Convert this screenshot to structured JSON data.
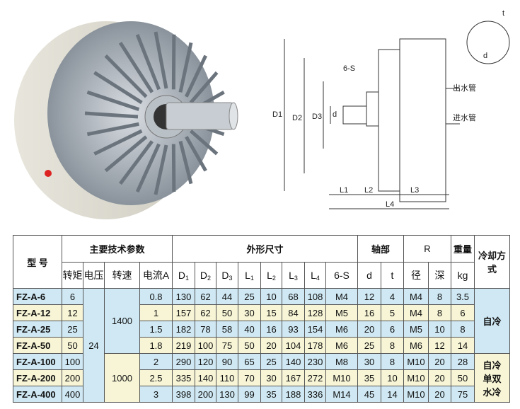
{
  "diagram": {
    "labels": {
      "D1": "D1",
      "D2": "D2",
      "D3": "D3",
      "d": "d",
      "L1": "L1",
      "L2": "L2",
      "L3": "L3",
      "L4": "L4",
      "six_s": "6-S",
      "t": "t",
      "d_key": "d",
      "outlet": "出水管",
      "inlet": "进水管"
    }
  },
  "table": {
    "header": {
      "model": "型 号",
      "main_params": "主要技术参数",
      "dimensions": "外形尺寸",
      "shaft": "轴部",
      "r": "R",
      "weight": "重量",
      "cooling": "冷却方式",
      "torque": "转矩",
      "voltage": "电压",
      "speed": "转速",
      "current": "电流A",
      "D1": "D",
      "D1_sub": "1",
      "D2": "D",
      "D2_sub": "2",
      "D3": "D",
      "D3_sub": "3",
      "L1": "L",
      "L1_sub": "1",
      "L2": "L",
      "L2_sub": "2",
      "L3": "L",
      "L3_sub": "3",
      "L4": "L",
      "L4_sub": "4",
      "six_s": "6-S",
      "d": "d",
      "t": "t",
      "dia": "径",
      "depth": "深",
      "kg": "kg"
    },
    "voltage": "24",
    "speed_groups": [
      {
        "value": "1400",
        "rows": 4
      },
      {
        "value": "1000",
        "rows": 3
      }
    ],
    "cooling_groups": [
      {
        "value": "自冷",
        "rows": 4
      },
      {
        "value": "自冷\n单双\n水冷",
        "rows": 3
      }
    ],
    "rows": [
      {
        "model": "FZ-A-6",
        "torque": "6",
        "current": "0.8",
        "D1": "130",
        "D2": "62",
        "D3": "44",
        "L1": "25",
        "L2": "10",
        "L3": "68",
        "L4": "108",
        "S": "M4",
        "d": "12",
        "t": "4",
        "dia": "M4",
        "depth": "8",
        "kg": "3.5"
      },
      {
        "model": "FZ-A-12",
        "torque": "12",
        "current": "1",
        "D1": "157",
        "D2": "62",
        "D3": "50",
        "L1": "30",
        "L2": "15",
        "L3": "84",
        "L4": "128",
        "S": "M5",
        "d": "16",
        "t": "5",
        "dia": "M4",
        "depth": "8",
        "kg": "6"
      },
      {
        "model": "FZ-A-25",
        "torque": "25",
        "current": "1.5",
        "D1": "182",
        "D2": "78",
        "D3": "58",
        "L1": "40",
        "L2": "16",
        "L3": "93",
        "L4": "154",
        "S": "M6",
        "d": "20",
        "t": "6",
        "dia": "M5",
        "depth": "10",
        "kg": "8"
      },
      {
        "model": "FZ-A-50",
        "torque": "50",
        "current": "1.8",
        "D1": "219",
        "D2": "100",
        "D3": "75",
        "L1": "50",
        "L2": "20",
        "L3": "104",
        "L4": "178",
        "S": "M6",
        "d": "25",
        "t": "8",
        "dia": "M6",
        "depth": "12",
        "kg": "14"
      },
      {
        "model": "FZ-A-100",
        "torque": "100",
        "current": "2",
        "D1": "290",
        "D2": "120",
        "D3": "90",
        "L1": "65",
        "L2": "25",
        "L3": "140",
        "L4": "230",
        "S": "M8",
        "d": "30",
        "t": "8",
        "dia": "M10",
        "depth": "20",
        "kg": "28"
      },
      {
        "model": "FZ-A-200",
        "torque": "200",
        "current": "2.5",
        "D1": "335",
        "D2": "140",
        "D3": "110",
        "L1": "70",
        "L2": "30",
        "L3": "167",
        "L4": "272",
        "S": "M10",
        "d": "35",
        "t": "10",
        "dia": "M10",
        "depth": "20",
        "kg": "50"
      },
      {
        "model": "FZ-A-400",
        "torque": "400",
        "current": "3",
        "D1": "398",
        "D2": "200",
        "D3": "130",
        "L1": "99",
        "L2": "35",
        "L3": "188",
        "L4": "336",
        "S": "M14",
        "d": "45",
        "t": "14",
        "dia": "M10",
        "depth": "20",
        "kg": "75"
      }
    ]
  }
}
